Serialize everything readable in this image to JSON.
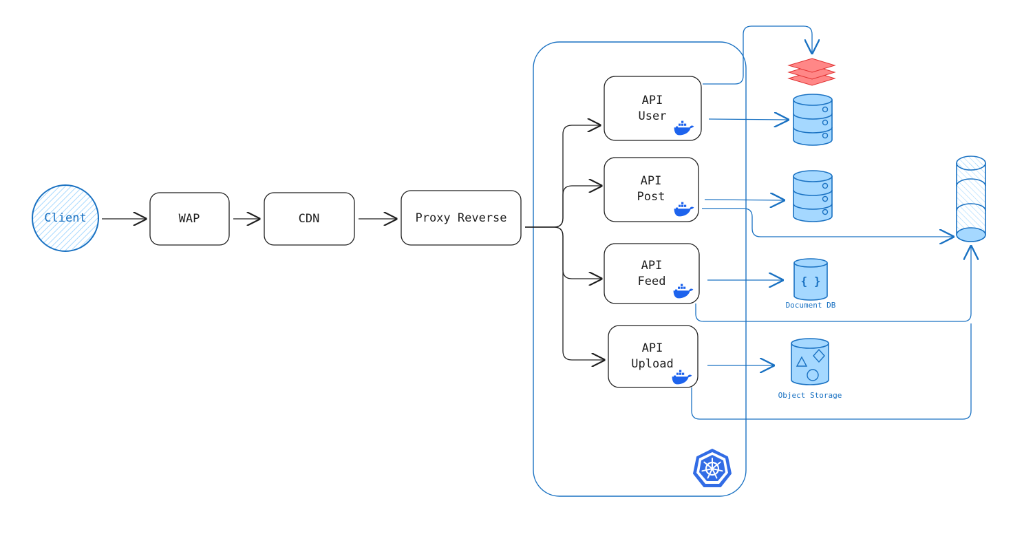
{
  "nodes": {
    "client": "Client",
    "wap": "WAP",
    "cdn": "CDN",
    "proxy": "Proxy Reverse",
    "api_user": [
      "API",
      "User"
    ],
    "api_post": [
      "API",
      "Post"
    ],
    "api_feed": [
      "API",
      "Feed"
    ],
    "api_upload": [
      "API",
      "Upload"
    ]
  },
  "storage": {
    "document_db": "Document DB",
    "document_db_symbol": "{ }",
    "object_storage": "Object Storage"
  },
  "icons": {
    "container": "docker-whale-icon",
    "cluster": "kubernetes-helm-icon",
    "cache": "stacked-layers-icon",
    "sql_db": "database-cylinder-icon",
    "queue": "message-queue-icon"
  },
  "colors": {
    "stroke": "#1e1e1e",
    "blue": "#1971c2",
    "light_blue": "#a5d8ff",
    "docker": "#1d63ed",
    "cache_red": "#ff8787",
    "cache_stroke": "#e03131",
    "k8s": "#326ce5"
  }
}
